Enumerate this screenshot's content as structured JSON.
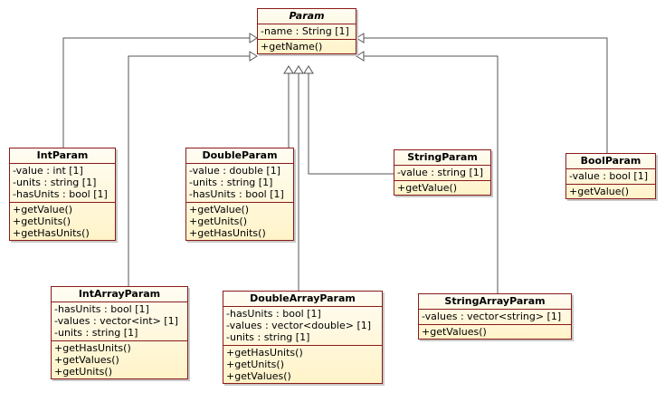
{
  "classes": {
    "param": {
      "name": "Param",
      "attributes": [
        "-name : String [1]"
      ],
      "operations": [
        "+getName()"
      ]
    },
    "int_param": {
      "name": "IntParam",
      "attributes": [
        "-value : int [1]",
        "-units : string [1]",
        "-hasUnits : bool [1]"
      ],
      "operations": [
        "+getValue()",
        "+getUnits()",
        "+getHasUnits()"
      ]
    },
    "double_param": {
      "name": "DoubleParam",
      "attributes": [
        "-value : double [1]",
        "-units : string [1]",
        "-hasUnits : bool [1]"
      ],
      "operations": [
        "+getValue()",
        "+getUnits()",
        "+getHasUnits()"
      ]
    },
    "string_param": {
      "name": "StringParam",
      "attributes": [
        "-value : string [1]"
      ],
      "operations": [
        "+getValue()"
      ]
    },
    "bool_param": {
      "name": "BoolParam",
      "attributes": [
        "-value : bool [1]"
      ],
      "operations": [
        "+getValue()"
      ]
    },
    "int_array_param": {
      "name": "IntArrayParam",
      "attributes": [
        "-hasUnits : bool [1]",
        "-values : vector<int> [1]",
        "-units : string [1]"
      ],
      "operations": [
        "+getHasUnits()",
        "+getValues()",
        "+getUnits()"
      ]
    },
    "double_array_param": {
      "name": "DoubleArrayParam",
      "attributes": [
        "-hasUnits : bool [1]",
        "-values : vector<double> [1]",
        "-units : string [1]"
      ],
      "operations": [
        "+getHasUnits()",
        "+getUnits()",
        "+getValues()"
      ]
    },
    "string_array_param": {
      "name": "StringArrayParam",
      "attributes": [
        "-values : vector<string> [1]"
      ],
      "operations": [
        "+getValues()"
      ]
    }
  },
  "generalizations": [
    {
      "child": "int_param",
      "parent": "param"
    },
    {
      "child": "int_array_param",
      "parent": "param"
    },
    {
      "child": "double_param",
      "parent": "param"
    },
    {
      "child": "double_array_param",
      "parent": "param"
    },
    {
      "child": "string_param",
      "parent": "param"
    },
    {
      "child": "string_array_param",
      "parent": "param"
    },
    {
      "child": "bool_param",
      "parent": "param"
    }
  ],
  "colors": {
    "border": "#8b1a1a",
    "fill_top": "#fffdf3",
    "fill_bottom": "#fff3c8",
    "edge": "#555555"
  }
}
